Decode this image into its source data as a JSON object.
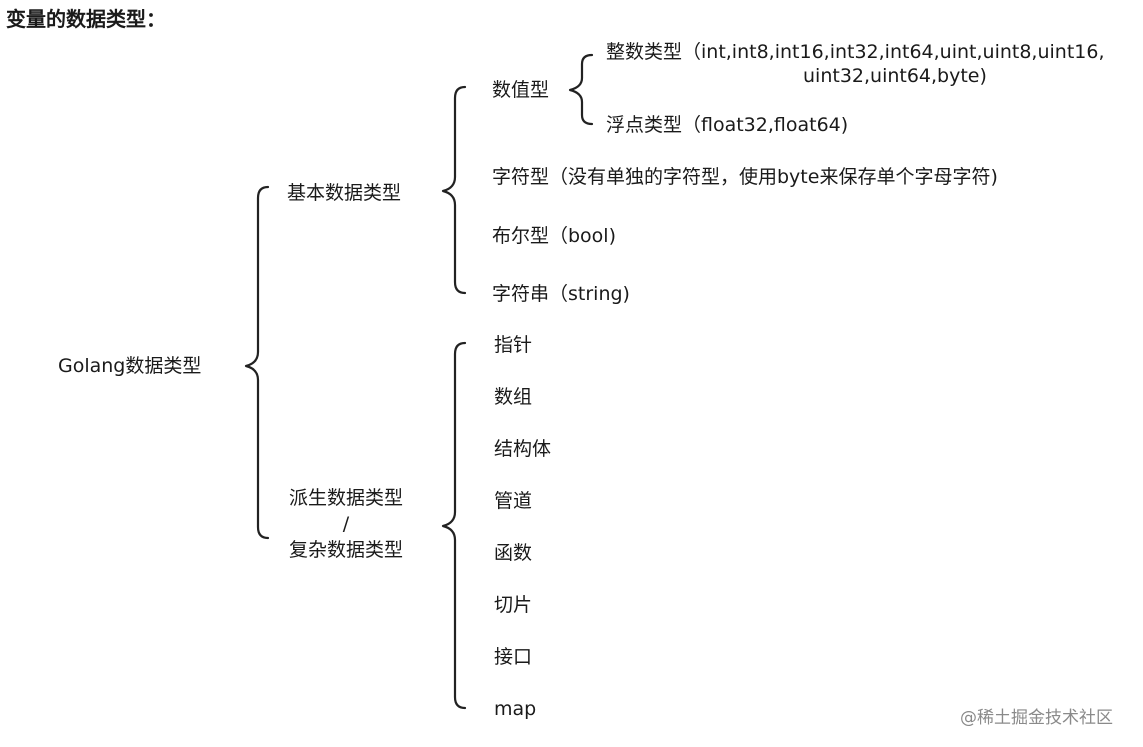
{
  "title": "变量的数据类型：",
  "root": "Golang数据类型",
  "basic": {
    "label": "基本数据类型",
    "numeric": {
      "label": "数值型",
      "integer": {
        "line1": "整数类型（int,int8,int16,int32,int64,uint,uint8,uint16,",
        "line2": "uint32,uint64,byte)"
      },
      "float": "浮点类型（float32,float64)"
    },
    "char": "字符型（没有单独的字符型，使用byte来保存单个字母字符)",
    "bool": "布尔型（bool)",
    "string": "字符串（string)"
  },
  "derived": {
    "label_line1": "派生数据类型",
    "label_sep": "/",
    "label_line2": "复杂数据类型",
    "items": [
      "指针",
      "数组",
      "结构体",
      "管道",
      "函数",
      "切片",
      "接口",
      "map"
    ]
  },
  "watermark": "@稀土掘金技术社区"
}
